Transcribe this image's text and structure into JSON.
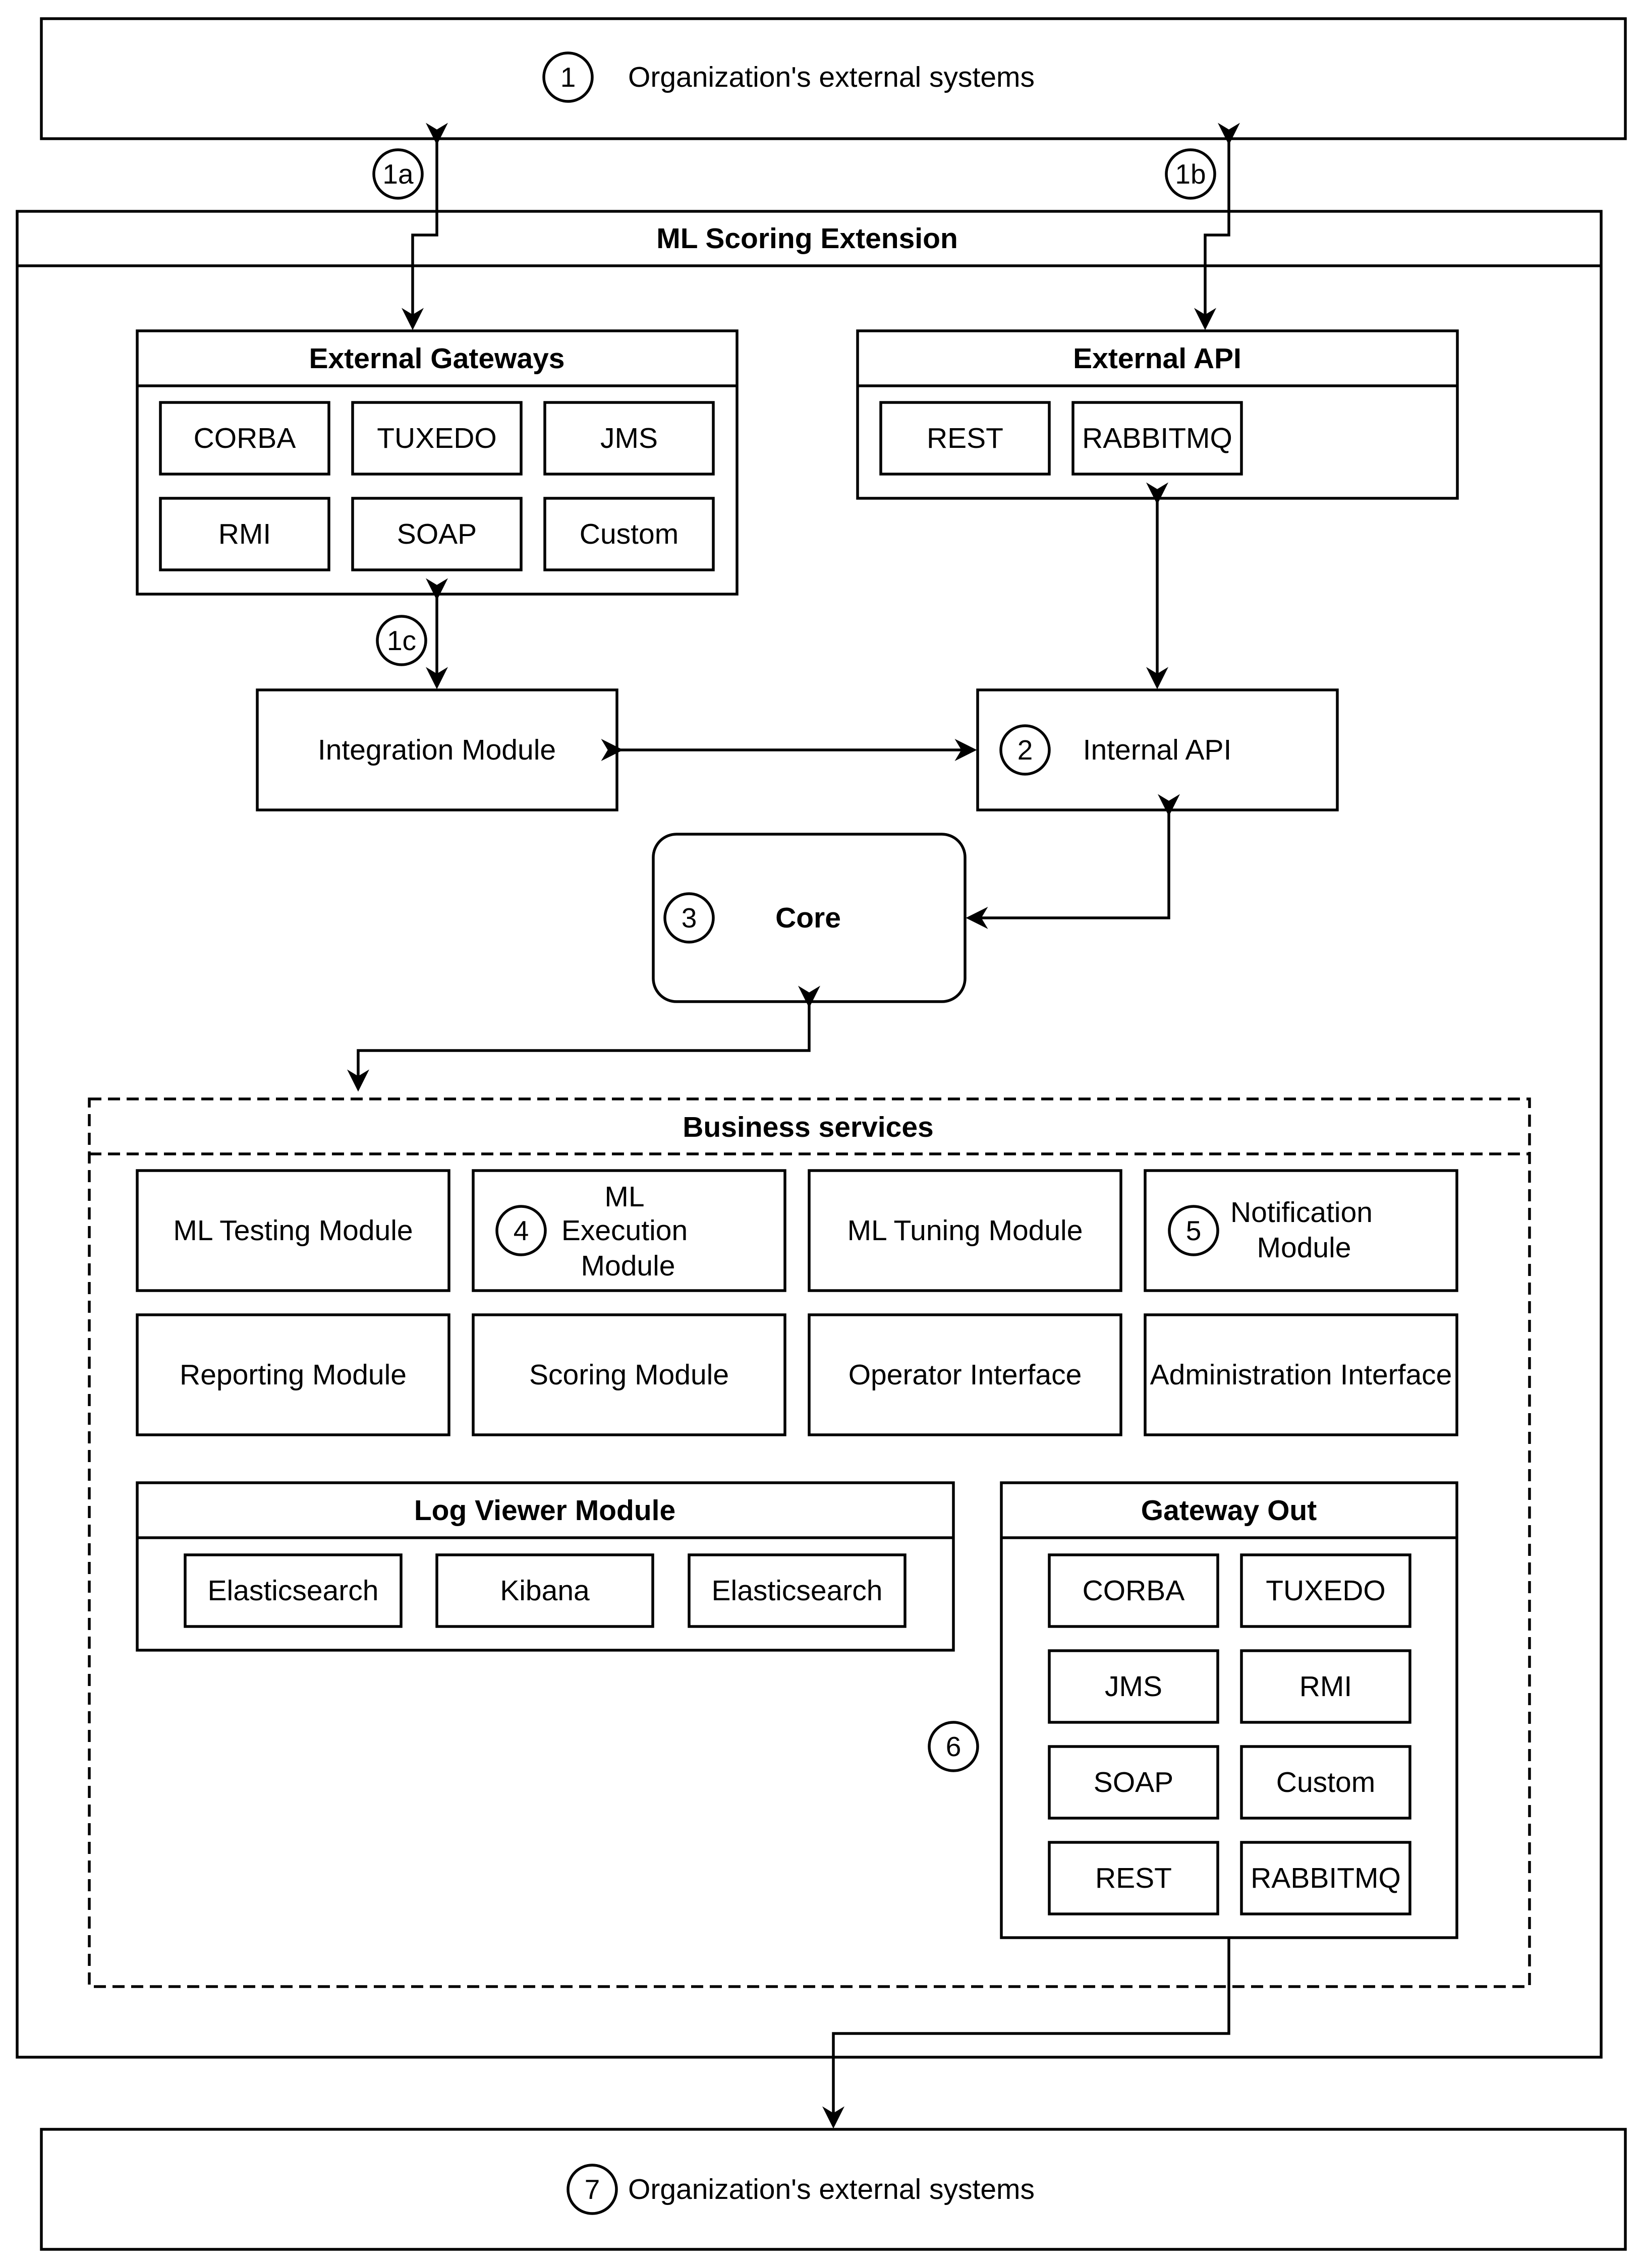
{
  "external_systems_top": {
    "number": "1",
    "label": "Organization's external systems"
  },
  "external_systems_bottom": {
    "number": "7",
    "label": "Organization's external systems"
  },
  "markers": {
    "m1a": "1a",
    "m1b": "1b",
    "m1c": "1c",
    "m6": "6"
  },
  "extension": {
    "title": "ML Scoring Extension"
  },
  "external_gateways": {
    "title": "External Gateways",
    "items": [
      "CORBA",
      "TUXEDO",
      "JMS",
      "RMI",
      "SOAP",
      "Custom"
    ]
  },
  "external_api": {
    "title": "External API",
    "items": [
      "REST",
      "RABBITMQ"
    ]
  },
  "integration_module": {
    "label": "Integration Module"
  },
  "internal_api": {
    "number": "2",
    "label": "Internal API"
  },
  "core": {
    "number": "3",
    "label": "Core"
  },
  "business_services": {
    "title": "Business services",
    "ml_testing": "ML Testing Module",
    "ml_execution": {
      "number": "4",
      "line1": "ML",
      "line2": "Execution",
      "line3": "Module"
    },
    "ml_tuning": "ML Tuning Module",
    "notification": {
      "number": "5",
      "line1": "Notification",
      "line2": "Module"
    },
    "reporting": "Reporting Module",
    "scoring": "Scoring Module",
    "operator": "Operator Interface",
    "administration": "Administration Interface"
  },
  "log_viewer": {
    "title": "Log Viewer Module",
    "items": [
      "Elasticsearch",
      "Kibana",
      "Elasticsearch"
    ]
  },
  "gateway_out": {
    "title": "Gateway Out",
    "items": [
      "CORBA",
      "TUXEDO",
      "JMS",
      "RMI",
      "SOAP",
      "Custom",
      "REST",
      "RABBITMQ"
    ]
  }
}
